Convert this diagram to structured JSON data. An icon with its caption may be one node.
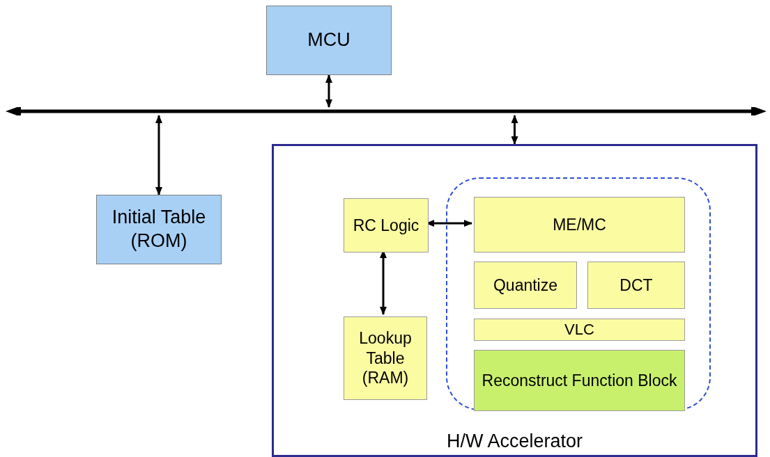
{
  "diagram": {
    "nodes": [
      {
        "text": [],
        "shape": "bar"
      },
      {
        "text": [
          "MCU"
        ]
      },
      {
        "text": [
          "Initial Table (ROM)"
        ]
      },
      {
        "text": [
          "H/W Accelerator"
        ]
      },
      {
        "text": [
          "RC Logic"
        ],
        "in": 3
      },
      {
        "text": [
          "Lookup Table (RAM)"
        ],
        "in": 3
      },
      {
        "text": [],
        "shape": "box",
        "in": 3
      },
      {
        "text": [
          "ME/MC"
        ],
        "in": 6
      },
      {
        "text": [
          "Quantize"
        ],
        "in": 6
      },
      {
        "text": [
          "DCT"
        ],
        "in": 6
      },
      {
        "text": [
          "VLC"
        ],
        "in": 6
      },
      {
        "text": [
          "Reconstruct Function Block"
        ],
        "in": 6
      }
    ],
    "edges": [
      {
        "from": 1,
        "to": 0,
        "arrow": "both"
      },
      {
        "from": 0,
        "to": 2,
        "arrow": "both"
      },
      {
        "from": 0,
        "to": 3,
        "arrow": "both"
      },
      {
        "from": 4,
        "to": 7,
        "arrow": "both"
      },
      {
        "from": 4,
        "to": 5,
        "arrow": "both"
      }
    ]
  }
}
